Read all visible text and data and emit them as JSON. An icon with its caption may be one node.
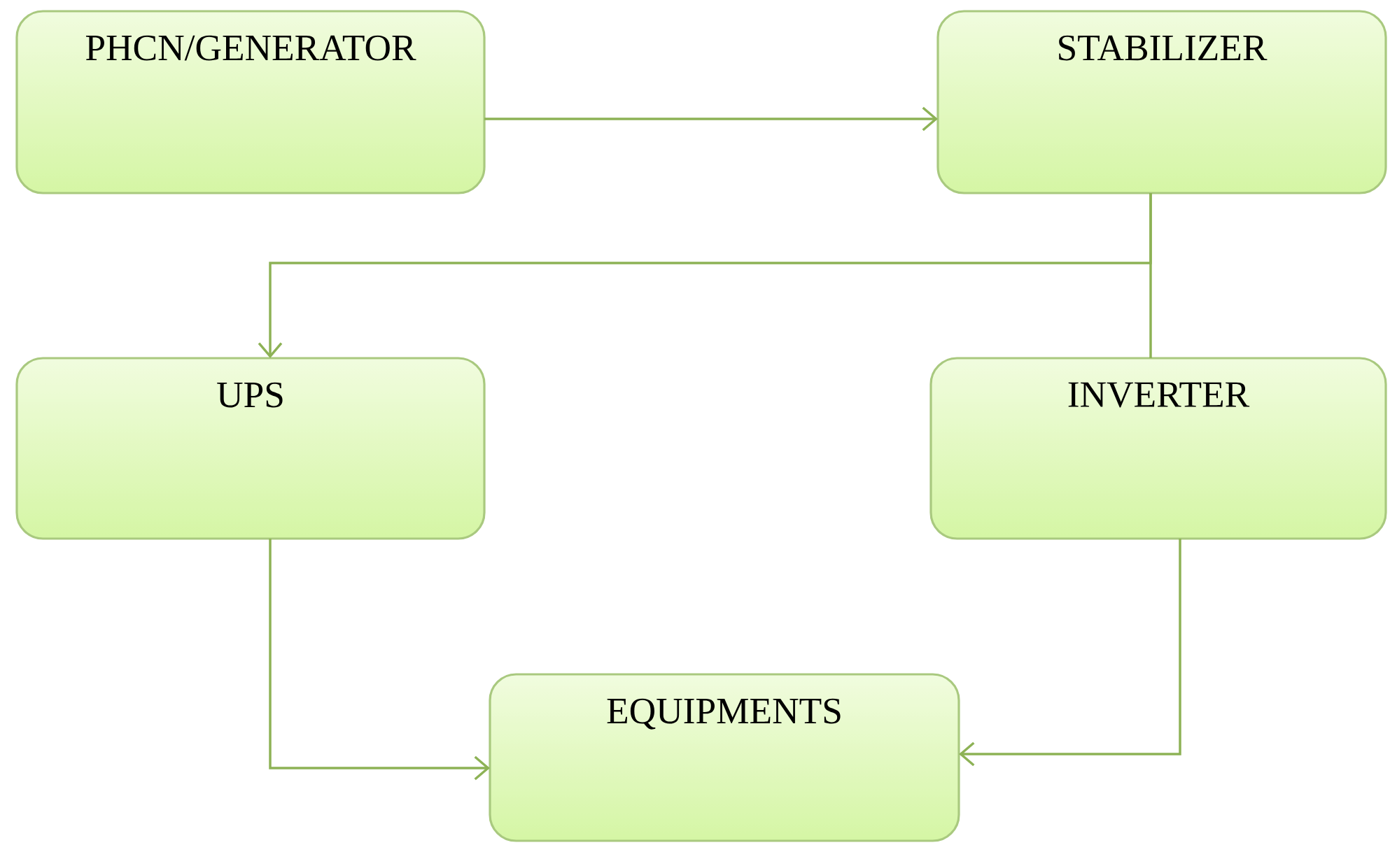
{
  "diagram": {
    "nodes": [
      {
        "text": [
          "PHCN/GENERATOR"
        ]
      },
      {
        "text": [
          "STABILIZER"
        ]
      },
      {
        "text": [
          "UPS"
        ]
      },
      {
        "text": [
          "INVERTER"
        ]
      },
      {
        "text": [
          "EQUIPMENTS"
        ]
      }
    ],
    "edges": [
      {
        "from": 0,
        "to": 1,
        "arrow": "to"
      },
      {
        "from": 1,
        "to": 2,
        "arrow": "to"
      },
      {
        "from": 1,
        "to": 3,
        "arrow": "none"
      },
      {
        "from": 2,
        "to": 4,
        "arrow": "to"
      },
      {
        "from": 3,
        "to": 4,
        "arrow": "to"
      }
    ]
  }
}
